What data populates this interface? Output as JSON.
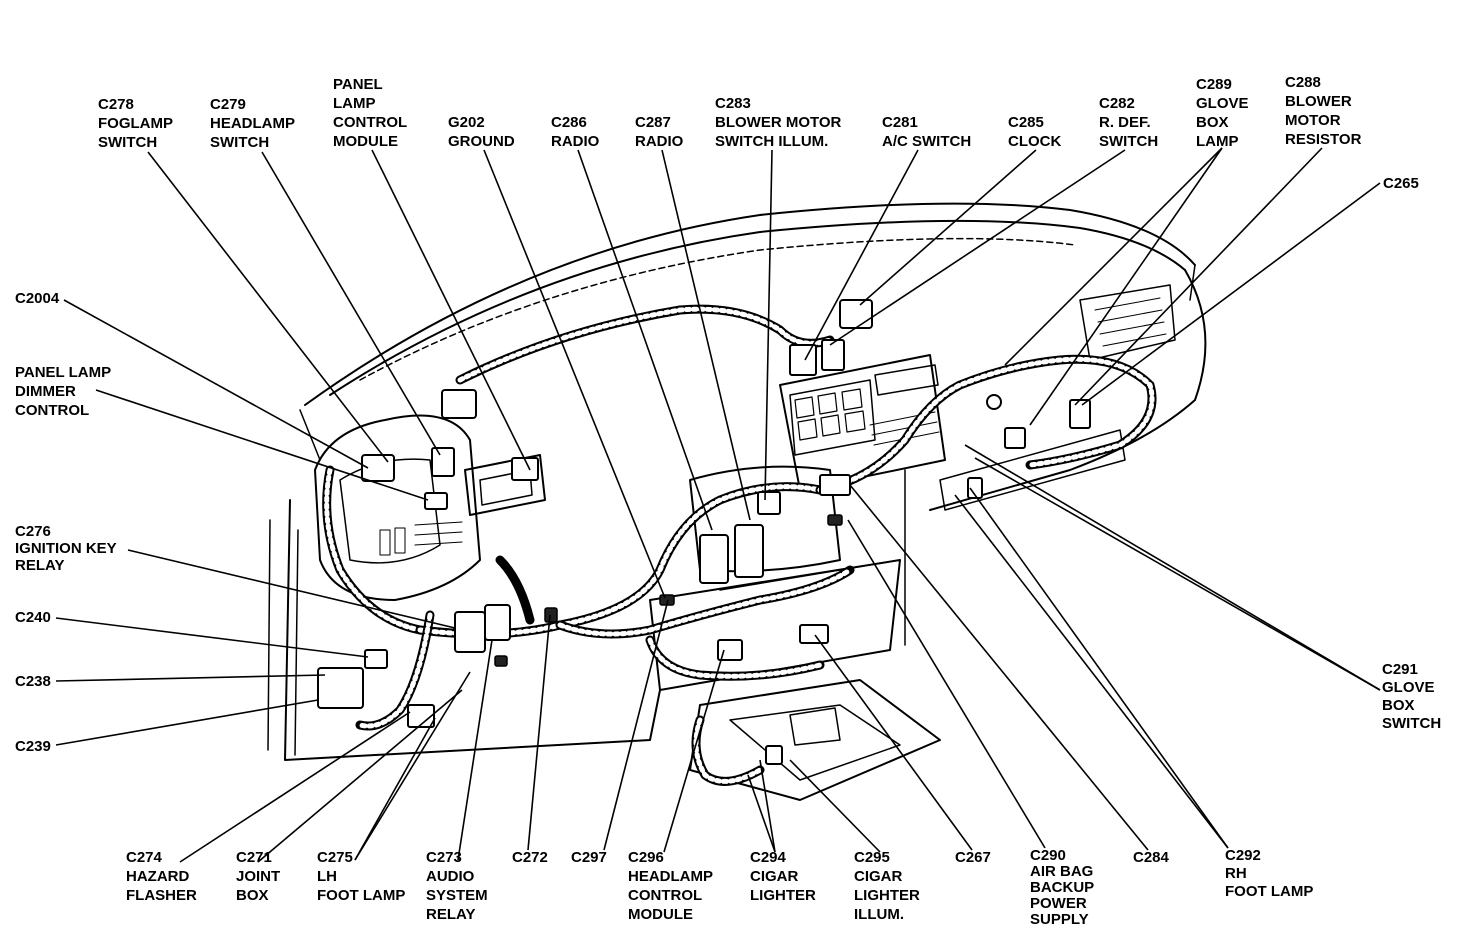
{
  "labels": {
    "c278": [
      "C278",
      "FOGLAMP",
      "SWITCH"
    ],
    "c279": [
      "C279",
      "HEADLAMP",
      "SWITCH"
    ],
    "panel_lamp_control": [
      "PANEL",
      "LAMP",
      "CONTROL",
      "MODULE"
    ],
    "g202": [
      "G202",
      "GROUND"
    ],
    "c286": [
      "C286",
      "RADIO"
    ],
    "c287": [
      "C287",
      "RADIO"
    ],
    "c283": [
      "C283",
      "BLOWER MOTOR",
      "SWITCH ILLUM."
    ],
    "c281": [
      "C281",
      "A/C SWITCH"
    ],
    "c285": [
      "C285",
      "CLOCK"
    ],
    "c282": [
      "C282",
      "R. DEF.",
      "SWITCH"
    ],
    "c289": [
      "C289",
      "GLOVE",
      "BOX",
      "LAMP"
    ],
    "c288": [
      "C288",
      "BLOWER",
      "MOTOR",
      "RESISTOR"
    ],
    "c265": [
      "C265"
    ],
    "c2004": [
      "C2004"
    ],
    "panel_lamp_dimmer": [
      "PANEL LAMP",
      "DIMMER",
      "CONTROL"
    ],
    "c276": [
      "C276",
      "IGNITION KEY",
      "RELAY"
    ],
    "c240": [
      "C240"
    ],
    "c238": [
      "C238"
    ],
    "c239": [
      "C239"
    ],
    "c291": [
      "C291",
      "GLOVE",
      "BOX",
      "SWITCH"
    ],
    "c274": [
      "C274",
      "HAZARD",
      "FLASHER"
    ],
    "c271": [
      "C271",
      "JOINT",
      "BOX"
    ],
    "c275": [
      "C275",
      "LH",
      "FOOT LAMP"
    ],
    "c273": [
      "C273",
      "AUDIO",
      "SYSTEM",
      "RELAY"
    ],
    "c272": [
      "C272"
    ],
    "c297": [
      "C297"
    ],
    "c296": [
      "C296",
      "HEADLAMP",
      "CONTROL",
      "MODULE"
    ],
    "c294": [
      "C294",
      "CIGAR",
      "LIGHTER"
    ],
    "c295": [
      "C295",
      "CIGAR",
      "LIGHTER",
      "ILLUM."
    ],
    "c267": [
      "C267"
    ],
    "c290": [
      "C290",
      "AIR BAG",
      "BACKUP",
      "POWER",
      "SUPPLY"
    ],
    "c284": [
      "C284"
    ],
    "c292": [
      "C292",
      "RH",
      "FOOT LAMP"
    ]
  }
}
